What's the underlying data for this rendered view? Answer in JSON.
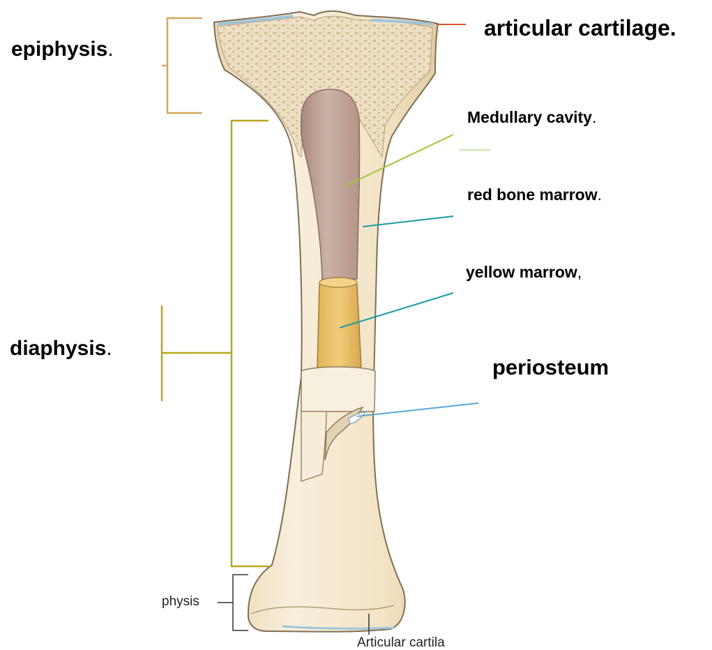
{
  "labels": {
    "epiphysis": {
      "text": "epiphysis",
      "punct": "."
    },
    "articular_cartilage": {
      "text": "articular cartilage",
      "punct": "."
    },
    "medullary_cavity": {
      "text": "Medullary cavity",
      "punct": "."
    },
    "red_bone_marrow": {
      "text": "red bone marrow",
      "punct": "."
    },
    "yellow_marrow": {
      "text": "yellow marrow",
      "punct": ","
    },
    "diaphysis": {
      "text": "diaphysis",
      "punct": "."
    },
    "periosteum": {
      "text": "periosteum",
      "punct": ""
    }
  },
  "original_labels": {
    "epiphysis_partial": "physis",
    "articular_cartilage_partial": "Articular cartila"
  },
  "colors": {
    "bracket_epiphysis": "#d4a85a",
    "bracket_diaphysis": "#b8a81c",
    "leader_articular": "#d9532b",
    "leader_medullary": "#a3c43a",
    "leader_marrow": "#1a9aa0",
    "leader_periosteum": "#5ba6d6",
    "bone": "#f3e6cc",
    "cavity": "#c4a79a",
    "yellow_marrow": "#e8c06a"
  }
}
